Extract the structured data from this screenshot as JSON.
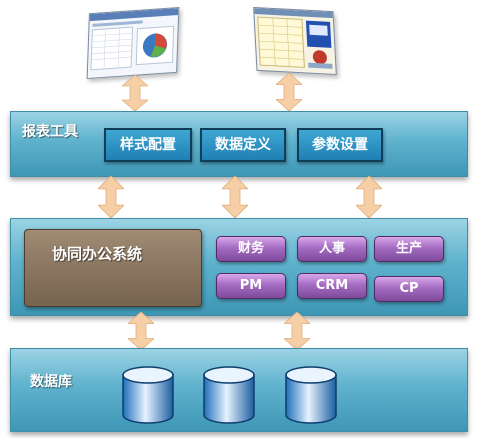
{
  "layers": {
    "tools": {
      "title": "报表工具",
      "buttons": [
        "样式配置",
        "数据定义",
        "参数设置"
      ]
    },
    "office": {
      "title": "协同办公系统",
      "modules": [
        "财务",
        "人事",
        "生产",
        "PM",
        "CRM",
        "CP"
      ]
    },
    "database": {
      "title": "数据库",
      "db_count": 3
    }
  },
  "colors": {
    "layer_top": "#9bd3e4",
    "layer_bottom": "#3e97b6",
    "tool_button": "#1f7fb4",
    "office_panel": "#8a7661",
    "module": "#a56cc2",
    "arrow": "#f6cfa6",
    "db_cylinder": "#3a8fd0"
  },
  "icons": [
    "report-screenshot-1",
    "report-screenshot-2",
    "double-arrow-icon",
    "database-cylinder-icon"
  ]
}
